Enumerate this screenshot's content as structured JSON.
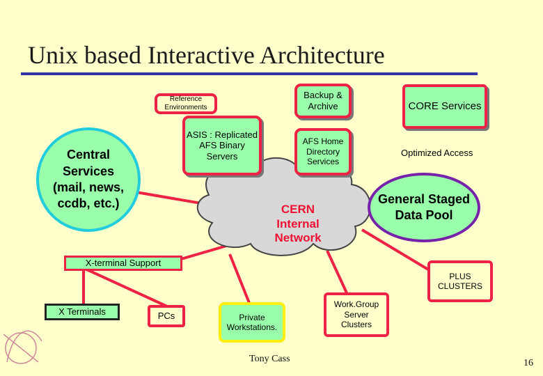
{
  "title": "Unix based Interactive Architecture",
  "nodes": {
    "reference": "Reference Environments",
    "backup": "Backup & Archive",
    "core": "CORE Services",
    "asis": "ASIS : Replicated AFS Binary Servers",
    "afs_home": "AFS Home Directory Services",
    "central": "Central Services (mail, news, ccdb, etc.)",
    "cern_network": "CERN Internal Network",
    "optimized": "Optimized Access",
    "staged": "General Staged Data Pool",
    "xterm_support": "X-terminal Support",
    "plus": "PLUS CLUSTERS",
    "x_terminals": "X Terminals",
    "pcs": "PCs",
    "private": "Private Workstations.",
    "workgroup": "Work.Group Server Clusters"
  },
  "footer": {
    "author": "Tony Cass",
    "page": "16"
  },
  "colors": {
    "background": "#ffffcc",
    "box_fill": "#99ffaa",
    "border_red": "#ee2244",
    "rule_blue": "#3333aa"
  }
}
